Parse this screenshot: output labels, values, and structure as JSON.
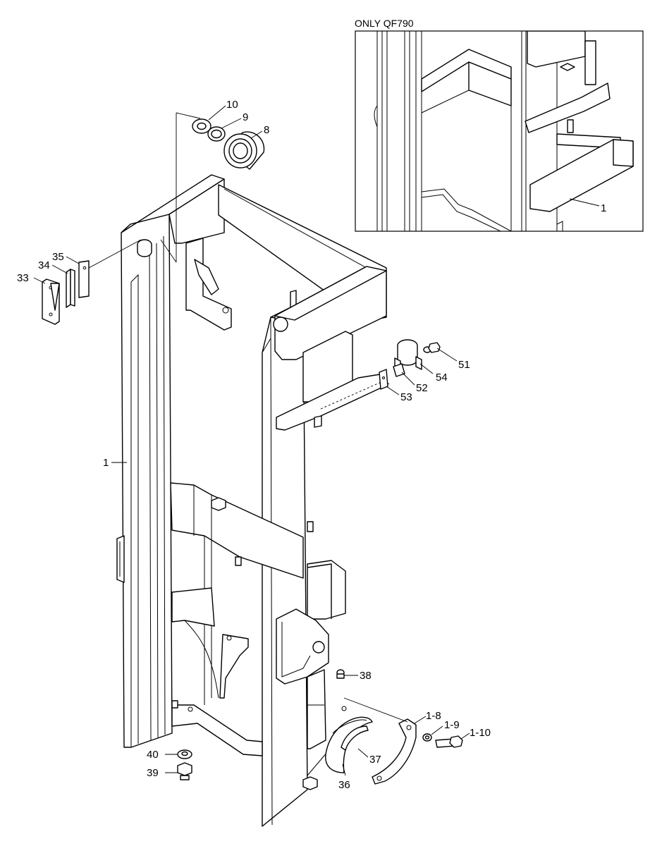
{
  "inset": {
    "title": "ONLY QF790",
    "label": "1"
  },
  "callouts": [
    {
      "id": "c10",
      "text": "10"
    },
    {
      "id": "c9",
      "text": "9"
    },
    {
      "id": "c8",
      "text": "8"
    },
    {
      "id": "c35",
      "text": "35"
    },
    {
      "id": "c34",
      "text": "34"
    },
    {
      "id": "c33",
      "text": "33"
    },
    {
      "id": "c51",
      "text": "51"
    },
    {
      "id": "c54",
      "text": "54"
    },
    {
      "id": "c52",
      "text": "52"
    },
    {
      "id": "c53",
      "text": "53"
    },
    {
      "id": "c1",
      "text": "1"
    },
    {
      "id": "c38",
      "text": "38"
    },
    {
      "id": "c1-8",
      "text": "1-8"
    },
    {
      "id": "c1-9",
      "text": "1-9"
    },
    {
      "id": "c1-10",
      "text": "1-10"
    },
    {
      "id": "c37",
      "text": "37"
    },
    {
      "id": "c36",
      "text": "36"
    },
    {
      "id": "c40",
      "text": "40"
    },
    {
      "id": "c39",
      "text": "39"
    }
  ]
}
